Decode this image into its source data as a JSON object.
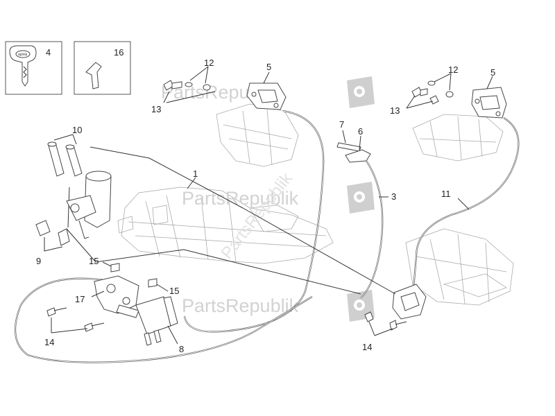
{
  "watermark": {
    "text": "PartsRepublik",
    "icon": "gear-flag-icon"
  },
  "callouts": {
    "n1": "1",
    "n3": "3",
    "n4": "4",
    "n5a": "5",
    "n5b": "5",
    "n6": "6",
    "n7": "7",
    "n8": "8",
    "n9": "9",
    "n10": "10",
    "n11": "11",
    "n12a": "12",
    "n12b": "12",
    "n13a": "13",
    "n13b": "13",
    "n14a": "14",
    "n14b": "14",
    "n15a": "15",
    "n15b": "15",
    "n16": "16",
    "n17": "17"
  },
  "key_brand": "aprilia"
}
